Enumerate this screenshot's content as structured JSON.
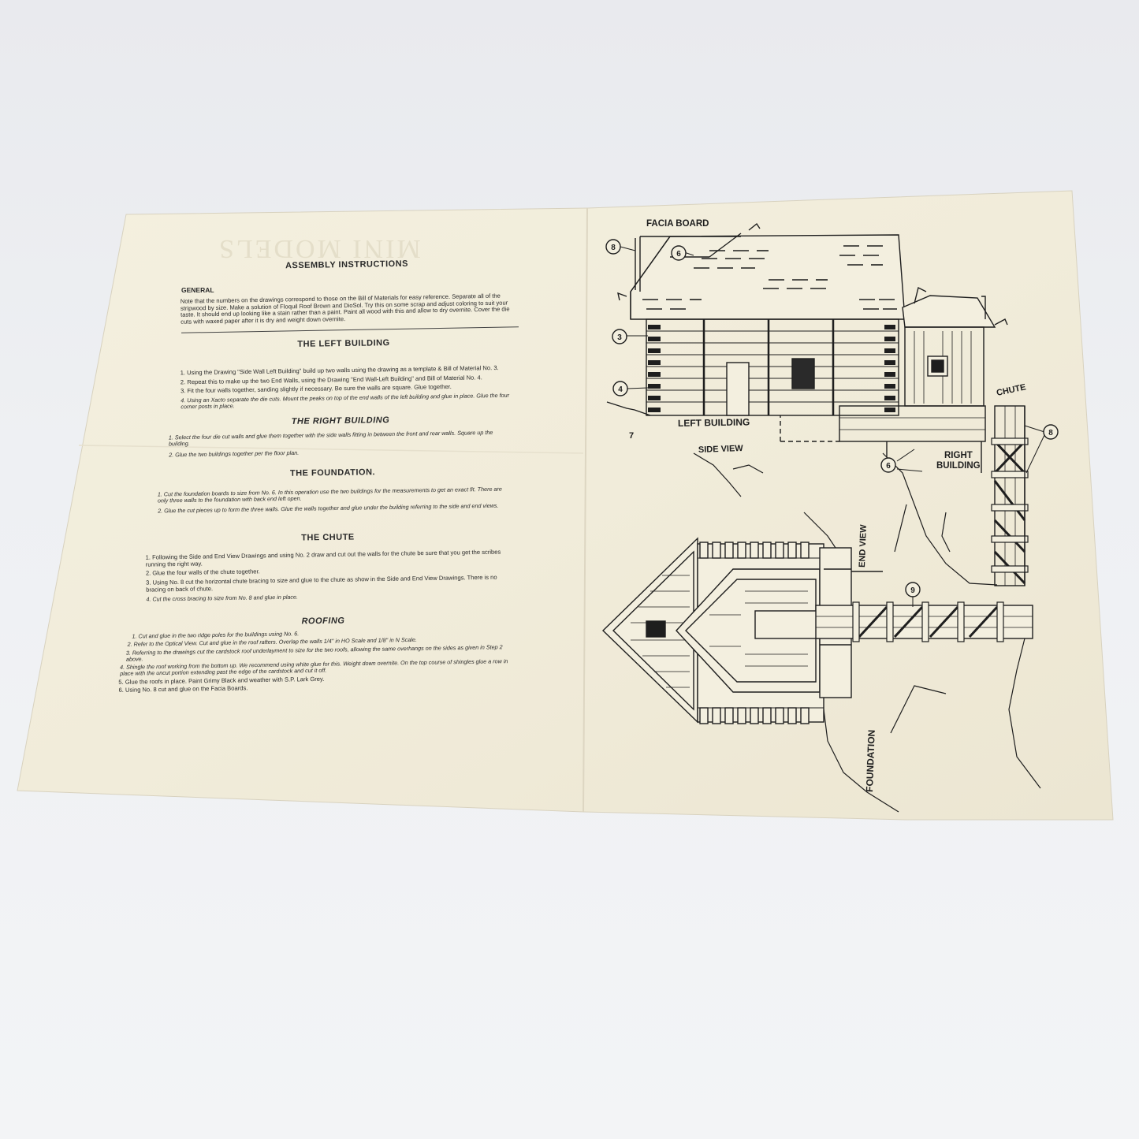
{
  "doc": {
    "watermark": "MINI MODELS",
    "title": "ASSEMBLY INSTRUCTIONS",
    "general": {
      "heading": "GENERAL",
      "text": "Note that the numbers on the drawings correspond to those on the Bill of Materials for easy reference. Separate all of the stripwood by size. Make a solution of Floquil Roof Brown and DioSol. Try this on some scrap and adjust coloring to suit your taste. It should end up looking like a stain rather than a paint. Paint all wood with this and allow to dry overnite. Cover the die cuts with waxed paper after it is dry and weight down overnite."
    },
    "left_building": {
      "heading": "THE LEFT BUILDING",
      "steps": [
        "1. Using the Drawing \"Side Wall Left Building\" build up two walls using the drawing as a template & Bill of Material No. 3.",
        "2. Repeat this to make up the two End Walls, using the Drawing \"End Wall-Left Building\" and Bill of Material No. 4.",
        "3. Fit the four walls together, sanding slightly if necessary. Be sure the walls are square. Glue together.",
        "4. Using an Xacto separate the die cuts. Mount the peaks on top of the end walls of the left building and glue in place. Glue the four corner posts in place."
      ]
    },
    "right_building": {
      "heading": "THE RIGHT BUILDING",
      "steps": [
        "1. Select the four die cut walls and glue them together with the side walls fitting in between the front and rear walls. Square up the building.",
        "2. Glue the two buildings together per the floor plan."
      ]
    },
    "foundation": {
      "heading": "THE FOUNDATION.",
      "steps": [
        "1. Cut the foundation boards to size from No. 6. In this operation use the two buildings for the measurements to get an exact fit. There are only three walls to the foundation with back end left open.",
        "2. Glue the cut pieces up to form the three walls. Glue the walls together and glue under the building referring to the side and end views."
      ]
    },
    "chute": {
      "heading": "THE CHUTE",
      "steps": [
        "1. Following the Side and End View Drawings and using No. 2 draw and cut out the walls for the chute be sure that you get the scribes running the right way.",
        "2. Glue the four walls of the chute together.",
        "3. Using No. 8 cut the horizontal chute bracing to size and glue to the chute as show in the Side and End View Drawings. There is no bracing on back of chute.",
        "4. Cut the cross bracing to size from No. 8 and glue in place."
      ]
    },
    "roofing": {
      "heading": "ROOFING",
      "steps": [
        "1. Cut and glue in the two ridge poles for the buildings using No. 6.",
        "2. Refer to the Optical View. Cut and glue in the roof rafters. Overlap the walls 1/4\" in HO Scale and 1/8\" in N Scale.",
        "3. Referring to the drawings cut the cardstock roof underlayment to size for the two roofs, allowing the same overhangs on the sides as given in Step 2 above.",
        "4. Shingle the roof working from the bottom up. We recommend using white glue for this. Weight down overnite. On the top course of shingles glue a row in place with the uncut portion extending past the edge of the cardstock and cut it off.",
        "5. Glue the roofs in place. Paint Grimy Black and weather with S.P. Lark Grey.",
        "6. Using No. 8 cut and glue on the Facia Boards."
      ]
    }
  },
  "drawing": {
    "labels": {
      "facia_board": "FACIA BOARD",
      "left_building": "LEFT BUILDING",
      "side_view": "SIDE VIEW",
      "chute": "CHUTE",
      "right_building_1": "RIGHT",
      "right_building_2": "BUILDING",
      "end_view": "END VIEW",
      "foundation": "FOUNDATION",
      "page_num": "7"
    },
    "callouts": [
      "8",
      "6",
      "3",
      "4",
      "6",
      "8",
      "9"
    ]
  }
}
